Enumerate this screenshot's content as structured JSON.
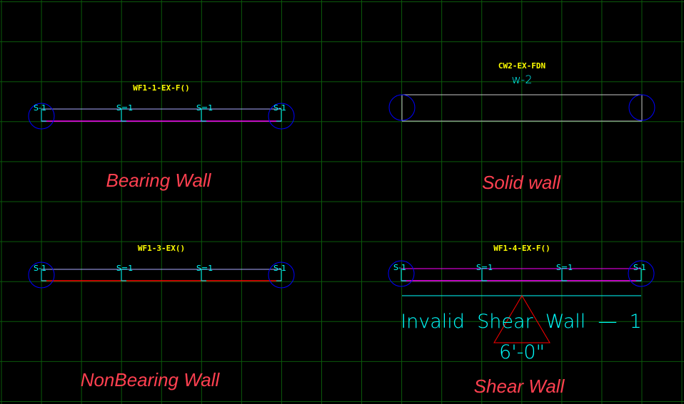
{
  "colors": {
    "background": "#000000",
    "grid": "#0b5a0b",
    "tag": "#ffff00",
    "stud": "#00ffff",
    "bearing": "#ff00ff",
    "nonbearing": "#ff0000",
    "solid": "#c8c8c8",
    "circle": "#0000ff",
    "label": "#ff4050"
  },
  "walls": {
    "bearing": {
      "tag": "WF1-1-EX-F()",
      "studs": [
        "S-1",
        "S=1",
        "S=1",
        "S-1"
      ],
      "label": "Bearing Wall"
    },
    "solid": {
      "tag": "CW2-EX-FDN",
      "subtag": "w-2",
      "label": "Solid wall"
    },
    "nonbearing": {
      "tag": "WF1-3-EX()",
      "studs": [
        "S-1",
        "S=1",
        "S=1",
        "S-1"
      ],
      "label": "NonBearing Wall"
    },
    "shear": {
      "tag": "WF1-4-EX-F()",
      "studs": [
        "S-1",
        "S=1",
        "S=1",
        "S-1"
      ],
      "warning": "Invalid  Shear  Wall  —  1",
      "length": "6'-0\"",
      "label": "Shear Wall"
    }
  }
}
